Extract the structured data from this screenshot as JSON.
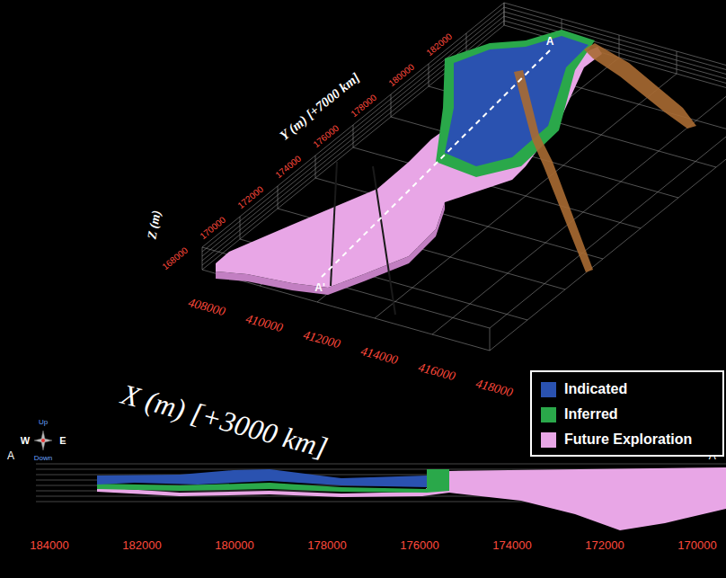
{
  "diagram": {
    "labels": [
      "Y (m) [+7000 km]",
      "168000",
      "170000",
      "172000",
      "174000",
      "176000",
      "178000",
      "180000",
      "182000",
      "Z (m)",
      "408000",
      "410000",
      "412000",
      "414000",
      "416000",
      "418000",
      "X (m) [+3000 km]",
      "A",
      "A'",
      "W",
      "E",
      "Up",
      "Down",
      "A",
      "A'",
      "184000",
      "182000",
      "180000",
      "178000",
      "176000",
      "174000",
      "172000",
      "170000"
    ],
    "legend": [
      {
        "text": "Indicated",
        "color": "#2a52b0"
      },
      {
        "text": "Inferred",
        "color": "#2aa84a"
      },
      {
        "text": "Future Exploration",
        "color": "#e8a6e6"
      }
    ]
  }
}
